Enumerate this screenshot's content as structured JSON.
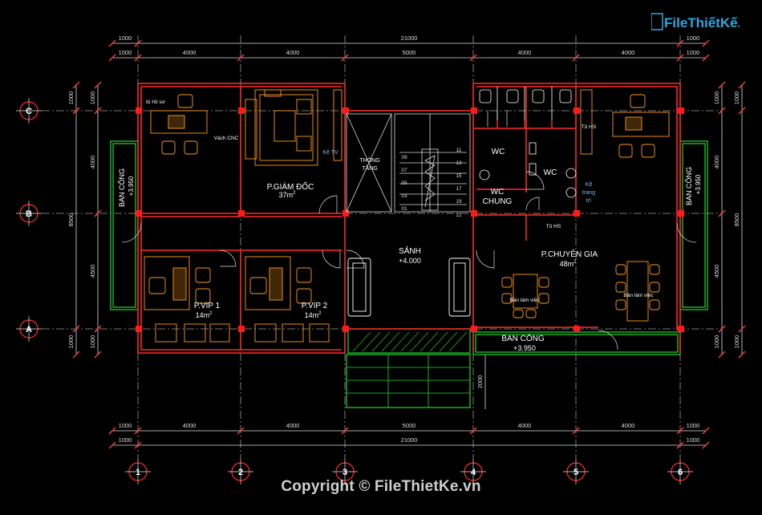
{
  "watermark": {
    "logo": "FileThiếtKế.vn",
    "copyright": "Copyright © FileThietKe.vn"
  },
  "dims": {
    "top_outer": [
      "1000",
      "21000",
      "1000"
    ],
    "top_inner": [
      "1000",
      "4000",
      "4000",
      "5000",
      "4000",
      "4000",
      "1000"
    ],
    "bottom_inner": [
      "1000",
      "4000",
      "4000",
      "5000",
      "4000",
      "4000",
      "1000"
    ],
    "bottom_outer": [
      "1000",
      "21000",
      "1000"
    ],
    "left_inner": [
      "1000",
      "4000",
      "4500",
      "1000"
    ],
    "left_outer": "8500",
    "right_inner": [
      "1000",
      "4000",
      "4500",
      "1000"
    ],
    "right_outer": "8500",
    "stair_extension": "2000"
  },
  "grid": {
    "columns": [
      "1",
      "2",
      "3",
      "4",
      "5",
      "6"
    ],
    "rows": [
      "C",
      "B",
      "A"
    ]
  },
  "rooms": {
    "giam_doc": {
      "name": "P.GIÁM ĐỐC",
      "area": "37m",
      "sup": "2"
    },
    "vip1": {
      "name": "P.VIP 1",
      "area": "14m",
      "sup": "2"
    },
    "vip2": {
      "name": "P.VIP 2",
      "area": "14m",
      "sup": "2"
    },
    "sanh": {
      "name": "SẢNH",
      "level": "+4.000"
    },
    "thong_tang": {
      "line1": "THÔNG",
      "line2": "TẦNG"
    },
    "wc1": "WC",
    "wc2": "WC",
    "wc_chung": {
      "line1": "WC",
      "line2": "CHUNG"
    },
    "chuyen_gia": {
      "name": "P.CHUYÊN GIA",
      "area": "48m",
      "sup": "2"
    },
    "ban_cong_bottom": {
      "name": "BAN CÔNG",
      "level": "+3.950"
    },
    "ban_cong_left": {
      "name": "BAN CÔNG",
      "level": "+3.950"
    },
    "ban_cong_right": {
      "name": "BAN CÔNG",
      "level": "+3.950"
    }
  },
  "labels": {
    "tu_ho_so": "tủ hồ sơ",
    "vach_cnc": "Vách CNC",
    "ke_tv": "Kệ TV",
    "tu_hs_1": "Tủ HS",
    "tu_hs_2": "Tủ HS",
    "ke_trang_tri": [
      "Kệ",
      "trang",
      "trí"
    ],
    "ban_lam_viec_1": "Bàn làm việc",
    "ban_lam_viec_2": "Bàn làm việc"
  },
  "stairs": {
    "left": [
      "09",
      "07",
      "05",
      "03",
      "01"
    ],
    "right": [
      "11",
      "13",
      "15",
      "17",
      "19",
      "21"
    ]
  },
  "colors": {
    "dim": "#dcdcdc",
    "dim_tick": "#ff3b3b",
    "wall": "#ff2a2a",
    "column": "#ff1a1a",
    "furniture": "#ff9a1a",
    "balcony": "#23d82a",
    "text": "#ffffff",
    "text_blue": "#7fb4ff",
    "axis": "#e8e8e8",
    "axis_bubble": "#ff2a2a"
  }
}
